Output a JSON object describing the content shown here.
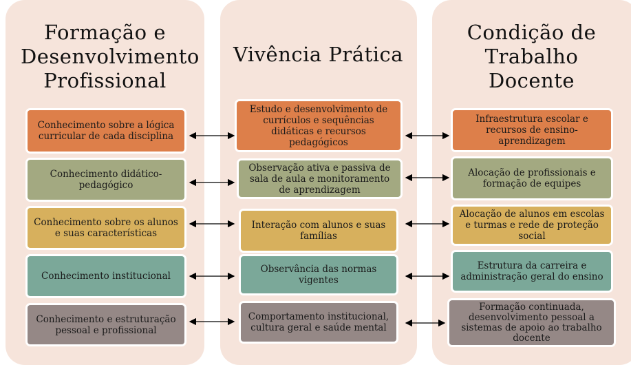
{
  "columns": [
    {
      "title": "Formação e Desenvolvimento Profissional",
      "items": [
        "Conhecimento sobre a lógica curricular de cada disciplina",
        "Conhecimento didático-pedagógico",
        "Conhecimento sobre os alunos e suas características",
        "Conhecimento institucional",
        "Conhecimento e estruturação pessoal e profissional"
      ]
    },
    {
      "title": "Vivência Prática",
      "items": [
        "Estudo e desenvolvimento de currículos e sequências didáticas e recursos pedagógicos",
        "Observação ativa e passiva de sala de aula e monitoramento de aprendizagem",
        "Interação com alunos e suas famílias",
        "Observância das normas vigentes",
        "Comportamento institucional, cultura geral e saúde mental"
      ]
    },
    {
      "title": "Condição de Trabalho Docente",
      "items": [
        "Infraestrutura escolar e recursos de ensino-aprendizagem",
        "Alocação de profissionais e formação de equipes",
        "Alocação de alunos em escolas e turmas e rede de proteção social",
        "Estrutura da carreira e administração geral do ensino",
        "Formação continuada, desenvolvimento pessoal a sistemas de apoio ao trabalho docente"
      ]
    }
  ],
  "colors": {
    "panel": "#f6e4db",
    "row_colors": [
      "#dd7f4a",
      "#a3a981",
      "#d7b05d",
      "#7ba899",
      "#958886"
    ]
  }
}
